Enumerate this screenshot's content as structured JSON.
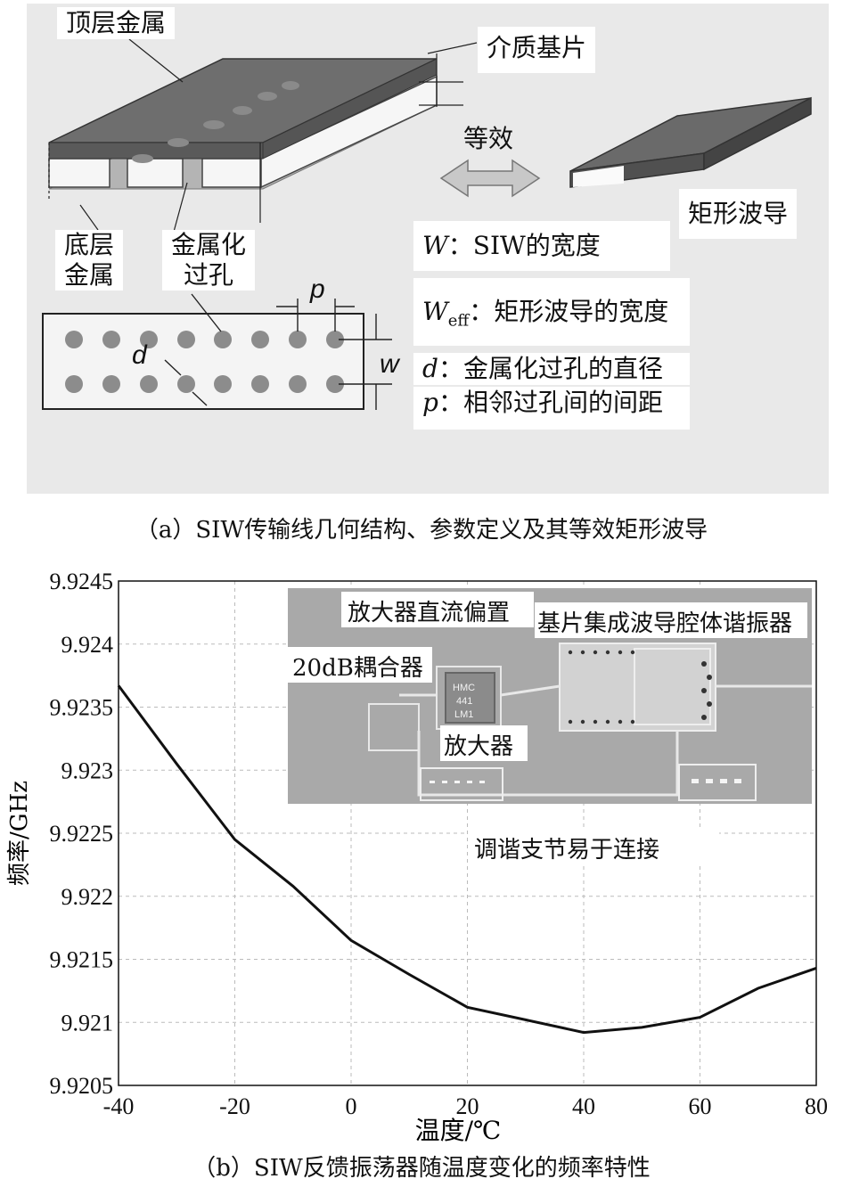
{
  "panel_a": {
    "labels": {
      "top_metal": "顶层金属",
      "substrate": "介质基片",
      "equivalent": "等效",
      "rect_waveguide": "矩形波导",
      "bottom_metal_line1": "底层",
      "bottom_metal_line2": "金属",
      "via_line1": "金属化",
      "via_line2": "过孔",
      "dim_p": "p",
      "dim_d": "d",
      "dim_w": "w"
    },
    "legend": [
      {
        "symbol": "W",
        "sub": "",
        "text": "：SIW的宽度"
      },
      {
        "symbol": "W",
        "sub": "eff",
        "text": "：矩形波导的宽度"
      },
      {
        "symbol": "d",
        "sub": "",
        "text": "：金属化过孔的直径"
      },
      {
        "symbol": "p",
        "sub": "",
        "text": "：相邻过孔间的间距"
      }
    ],
    "caption": "（a）SIW传输线几何结构、参数定义及其等效矩形波导"
  },
  "chart_data": {
    "type": "line",
    "xlabel": "温度/℃",
    "ylabel": "频率/GHz",
    "xlim": [
      -40,
      80
    ],
    "ylim": [
      9.9205,
      9.9245
    ],
    "xticks": [
      "-40",
      "-20",
      "0",
      "20",
      "40",
      "60",
      "80"
    ],
    "yticks": [
      "9.9205",
      "9.921",
      "9.9215",
      "9.922",
      "9.9225",
      "9.923",
      "9.9235",
      "9.924",
      "9.9245"
    ],
    "grid": true,
    "x": [
      -40,
      -30,
      -20,
      -10,
      0,
      10,
      20,
      30,
      40,
      50,
      60,
      70,
      80
    ],
    "y": [
      9.92367,
      9.92305,
      9.92245,
      9.92208,
      9.92165,
      9.92138,
      9.92112,
      9.92102,
      9.92092,
      9.92096,
      9.92104,
      9.92127,
      9.92143
    ],
    "inset_labels": {
      "amp_bias": "放大器直流偏置",
      "cavity": "基片集成波导腔体谐振器",
      "coupler": "20dB耦合器",
      "amplifier": "放大器",
      "stubs": "调谐支节易于连接",
      "chip_text": [
        "HMC",
        "441",
        "LM1"
      ]
    },
    "caption": "（b）SIW反馈振荡器随温度变化的频率特性"
  },
  "colors": {
    "panel_background": "#e9e9e9",
    "board": "#a9a9a9",
    "line": "#111111",
    "grid": "#bbbbbb"
  }
}
